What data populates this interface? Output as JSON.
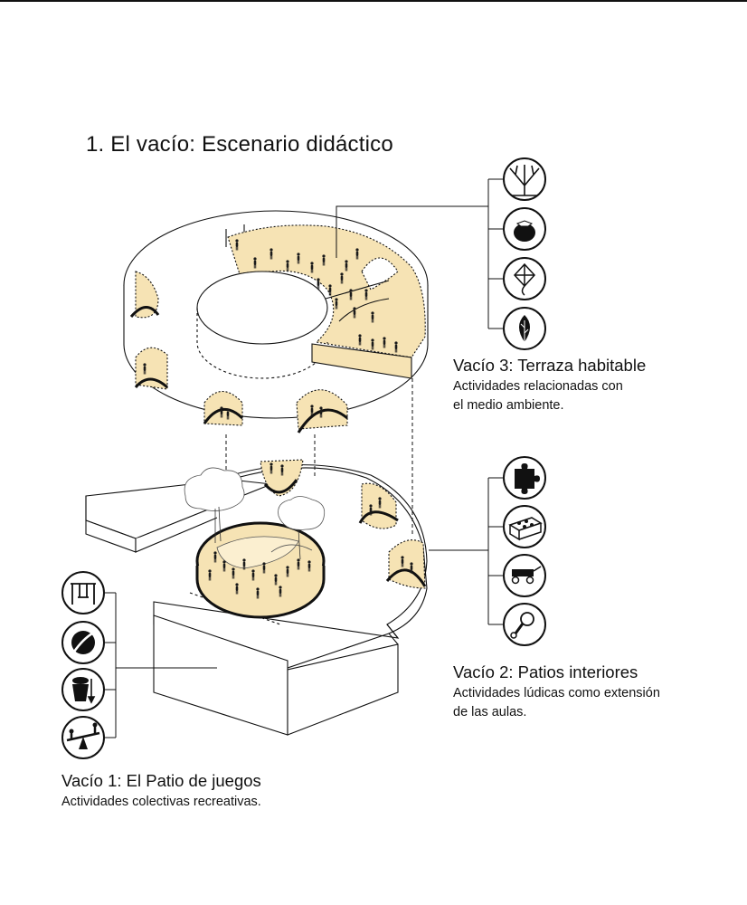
{
  "title": "1. El vacío: Escenario didáctico",
  "colors": {
    "fill": "#f6e3b4",
    "line": "#111111",
    "people": "#1a1a1a"
  },
  "voids": [
    {
      "heading": "Vacío 3: Terraza habitable",
      "desc_lines": [
        "Actividades relacionadas con",
        "el medio ambiente."
      ],
      "icons": [
        "tree-icon",
        "tomato-icon",
        "kite-icon",
        "leaf-icon"
      ]
    },
    {
      "heading": "Vacío 2: Patios interiores",
      "desc_lines": [
        "Actividades lúdicas como extensión",
        "de las aulas."
      ],
      "icons": [
        "puzzle-icon",
        "lego-brick-icon",
        "wagon-icon",
        "rattle-icon"
      ]
    },
    {
      "heading": "Vacío 1: El Patio de juegos",
      "desc_lines": [
        "Actividades colectivas recreativas."
      ],
      "icons": [
        "swing-icon",
        "ball-icon",
        "sand-bucket-icon",
        "seesaw-icon"
      ]
    }
  ]
}
